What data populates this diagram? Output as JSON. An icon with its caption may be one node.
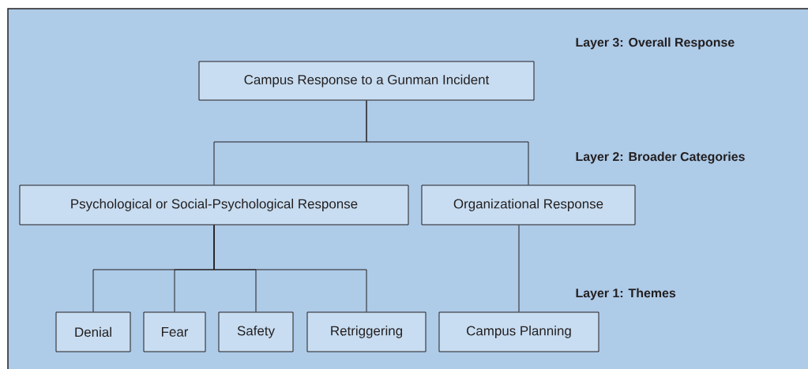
{
  "diagram": {
    "nodes": [
      {
        "text": [
          "Campus Response to a Gunman Incident"
        ]
      },
      {
        "text": [
          "Psychological or Social-Psychological Response"
        ]
      },
      {
        "text": [
          "Organizational Response"
        ]
      },
      {
        "text": [
          "Denial"
        ]
      },
      {
        "text": [
          "Fear"
        ]
      },
      {
        "text": [
          "Safety"
        ]
      },
      {
        "text": [
          "Retriggering"
        ]
      },
      {
        "text": [
          "Campus Planning"
        ]
      }
    ],
    "edges": [
      {
        "from": 0,
        "to": 1,
        "arrow": "none"
      },
      {
        "from": 0,
        "to": 2,
        "arrow": "none"
      },
      {
        "from": 1,
        "to": 3,
        "arrow": "none"
      },
      {
        "from": 1,
        "to": 4,
        "arrow": "none"
      },
      {
        "from": 1,
        "to": 5,
        "arrow": "none"
      },
      {
        "from": 1,
        "to": 6,
        "arrow": "none"
      },
      {
        "from": 2,
        "to": 7,
        "arrow": "none"
      }
    ],
    "labels": [
      "Layer 3: Overall Response",
      "Layer 2: Broader Categories",
      "Layer 1: Themes"
    ]
  }
}
